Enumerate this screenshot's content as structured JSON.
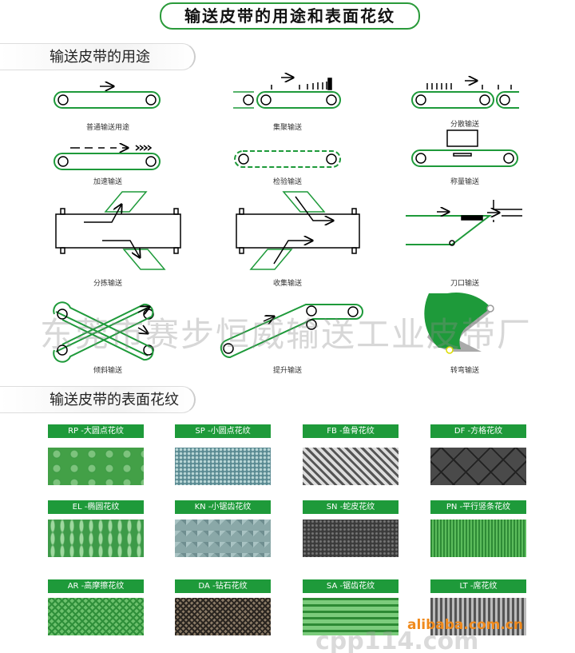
{
  "title": "输送皮带的用途和表面花纹",
  "section1": "输送皮带的用途",
  "section2": "输送皮带的表面花纹",
  "uses": [
    "普通输送用途",
    "集聚输送",
    "分散输送",
    "加速输送",
    "检验输送",
    "称量输送",
    "分拣输送",
    "收集输送",
    "刀口输送",
    "倾斜输送",
    "提升输送",
    "转弯输送"
  ],
  "patterns": [
    "RP -大圆点花纹",
    "SP -小圆点花纹",
    "FB -鱼骨花纹",
    "DF -方格花纹",
    "EL -椭圆花纹",
    "KN -小锯齿花纹",
    "SN -蛇皮花纹",
    "PN -平行竖条花纹",
    "AR -高摩擦花纹",
    "DA -钻石花纹",
    "SA -锯齿花纹",
    "LT -席花纹"
  ],
  "watermark": "东莞市赛步恒威输送工业皮带厂",
  "watermark_site": "alibaba.com.cn",
  "watermark_site2": "cpp114.com",
  "colors": {
    "green": "#1e9a3a"
  }
}
